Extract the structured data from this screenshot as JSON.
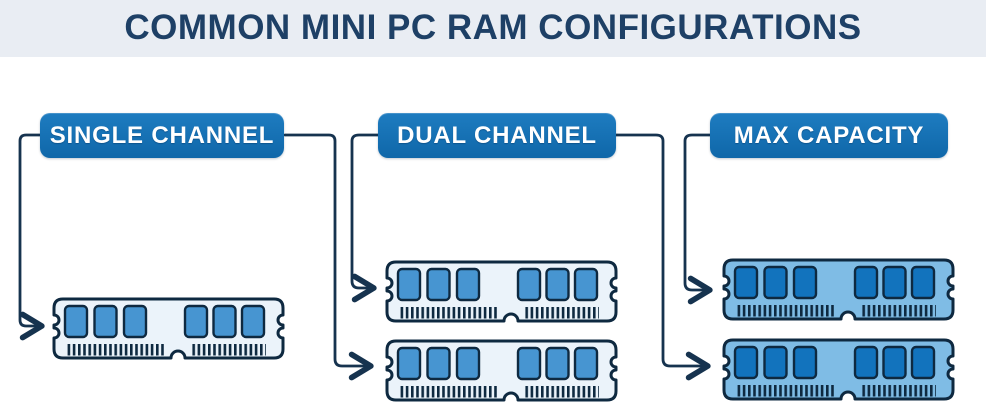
{
  "title": "COMMON MINI PC RAM CONFIGURATIONS",
  "sections": [
    {
      "label": "SINGLE CHANNEL",
      "ram_modules": 1,
      "module_style": "light"
    },
    {
      "label": "DUAL CHANNEL",
      "ram_modules": 2,
      "module_style": "light"
    },
    {
      "label": "MAX CAPACITY",
      "ram_modules": 2,
      "module_style": "dark"
    }
  ],
  "colors": {
    "page_bg": "#ffffff",
    "header_band": "#e9edf3",
    "title_text": "#1e4066",
    "label_bg_top": "#1e7cc0",
    "label_bg_bottom": "#0f67a9",
    "label_text": "#ffffff",
    "connector": "#16334f",
    "stick_outline": "#0e2940",
    "stick_body_light": "#ebf3fa",
    "chip_light": "#4795d1",
    "stick_body_dark": "#7fbce5",
    "chip_dark": "#1273bd",
    "pins": "#0e2940"
  }
}
